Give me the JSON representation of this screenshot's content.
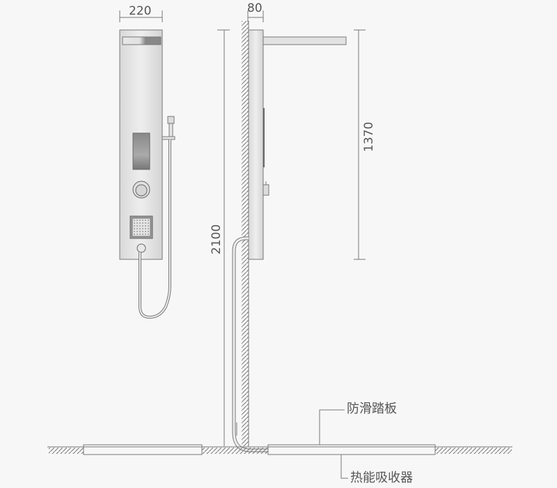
{
  "dimensions": {
    "panel_width": "220",
    "panel_depth": "80",
    "total_height": "2100",
    "arm_height": "1370"
  },
  "labels": {
    "anti_slip_pedal": "防滑踏板",
    "heat_absorber": "热能吸收器"
  },
  "colors": {
    "line": "#777777",
    "panel": "#e4e4e4",
    "background": "#f7f7f7"
  }
}
